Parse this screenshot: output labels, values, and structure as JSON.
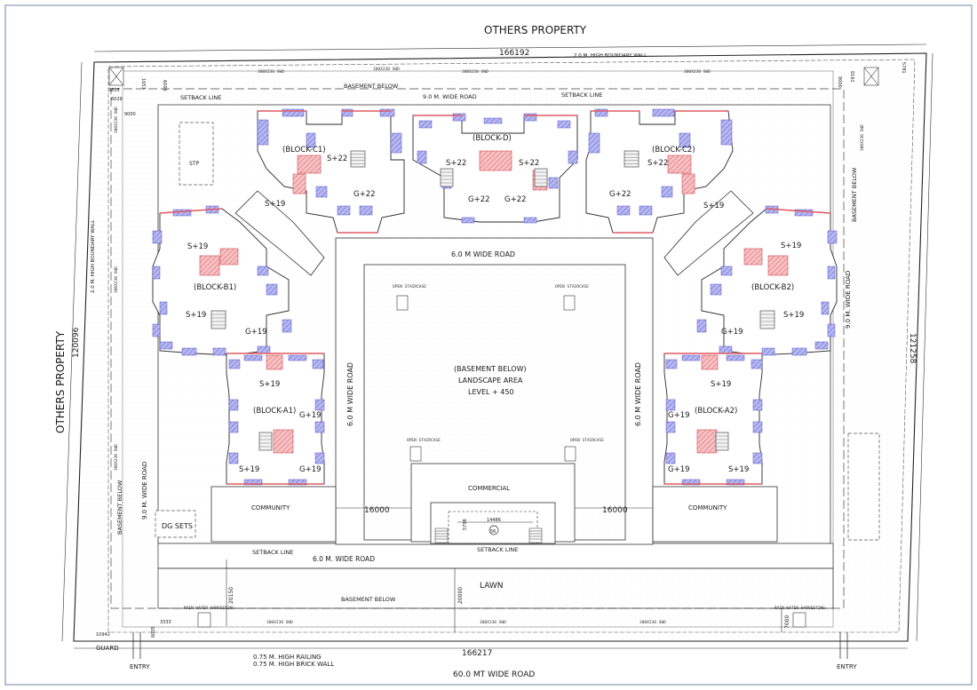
{
  "top": {
    "property": "OTHERS PROPERTY",
    "dimension": "166192",
    "wall": "2.0 M. HIGH BOUNDARY WALL"
  },
  "left": {
    "property": "OTHERS PROPERTY",
    "dimension": "120096",
    "wall": "2.0 M. HIGH BOUNDARY WALL"
  },
  "right": {
    "dimension": "121258"
  },
  "bottom": {
    "road": "60.0 MT WIDE ROAD",
    "dimension": "166217",
    "railing": "0.75 M. HIGH RAILING",
    "brick_wall": "0.75 M. HIGH BRICK WALL",
    "guard": "GUARD",
    "entry_left": "ENTRY",
    "entry_right": "ENTRY"
  },
  "small_dims": {
    "d3815": "3815",
    "d1657": "1657",
    "d6029": "6029",
    "d6006": "6006",
    "d9000_left": "9000",
    "d9000_right": "9000",
    "d5781": "5781",
    "d6161": "6161",
    "d10942": "10942",
    "d3333": "3333",
    "d6005": "6005",
    "d20150": "20150",
    "d20000": "20000",
    "d7000": "7000",
    "d5798": "5798",
    "d14486": "14486",
    "d16000_left": "16000",
    "d16000_right": "16000"
  },
  "labels": {
    "setback_top_left": "SETBACK LINE",
    "setback_top_right": "SETBACK LINE",
    "basement_top": "BASEMENT BELOW",
    "road_top": "9.0 M. WIDE ROAD",
    "basement_left": "BASEMENT BELOW",
    "road_left": "9.0 M. WIDE ROAD",
    "basement_right": "BASEMENT BELOW",
    "road_right": "9.0 M. WIDE ROAD",
    "road_center_top": "6.0 M WIDE ROAD",
    "road_center_left": "6.0 M WIDE ROAD",
    "road_center_right": "6.0 M WIDE ROAD",
    "road_bottom": "6.0 M. WIDE ROAD",
    "setback_bottom_left": "SETBACK LINE",
    "setback_bottom_center": "SETBACK LINE",
    "basement_bottom": "BASEMENT BELOW",
    "lawn": "LAWN",
    "stp": "STP",
    "dg_sets": "DG SETS",
    "community_left": "COMMUNITY",
    "community_right": "COMMUNITY",
    "commercial": "COMMERCIAL",
    "landscape_1": "(BASEMENT BELOW)",
    "landscape_2": "LANDSCAPE AREA",
    "landscape_3": "LEVEL + 450",
    "open_staircase": "OPEN STAIRCASE",
    "rain_water": "RAIN WATER HARVESTING",
    "circle_num": "56"
  },
  "blocks": {
    "c1": "(BLOCK-C1)",
    "d": "(BLOCK-D)",
    "c2": "(BLOCK-C2)",
    "b1": "(BLOCK-B1)",
    "b2": "(BLOCK-B2)",
    "a1": "(BLOCK-A1)",
    "a2": "(BLOCK-A2)"
  },
  "floors": {
    "c1_s": "S+22",
    "c1_g": "G+22",
    "c1_s19": "S+19",
    "d_s_left": "S+22",
    "d_s_right": "S+22",
    "d_g_left": "G+22",
    "d_g_right": "G+22",
    "c2_s": "S+22",
    "c2_g": "G+22",
    "c2_s19": "S+19",
    "b1_s_top": "S+19",
    "b1_s_mid": "S+19",
    "b1_g": "G+19",
    "b2_s_top": "S+19",
    "b2_s_mid": "S+19",
    "b2_g": "G+19",
    "a1_s_top": "S+19",
    "a1_g_mid": "G+19",
    "a1_s_bot": "S+19",
    "a1_g_bot": "G+19",
    "a2_s_top": "S+19",
    "a2_g_mid": "G+19",
    "a2_g_bot": "G+19",
    "a2_s_bot": "S+19"
  },
  "colors": {
    "balcony_fill": "#9a9be8",
    "lift_fill": "#f1a0a4",
    "line": "#2b2b2b",
    "dashed": "#444444"
  }
}
